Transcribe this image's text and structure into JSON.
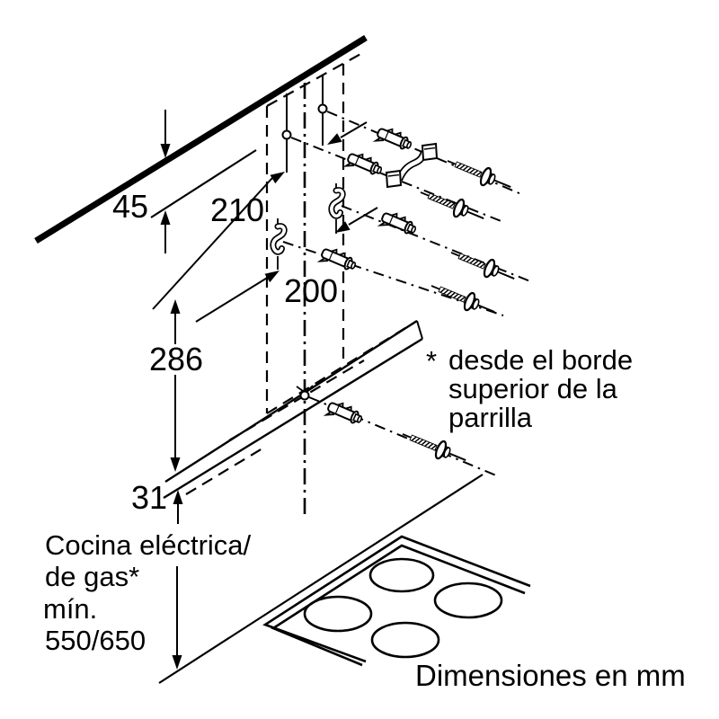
{
  "diagram": {
    "title_hidden": "",
    "dimensions": {
      "wall_gap": "45",
      "upper_holes": "210",
      "lower_holes": "200",
      "hood_back_height": "286",
      "bottom_lip": "31"
    },
    "note": {
      "marker": "*",
      "line1": "desde el borde",
      "line2": "superior de la",
      "line3": "parrilla"
    },
    "cooker_note": {
      "line1": "Cocina eléctrica/",
      "line2": "de gas*",
      "line3": "mín.",
      "line4": "550/650"
    },
    "footer": "Dimensiones en mm",
    "icons": [
      "wall-line",
      "chimney-dashed-outline",
      "center-axis-line",
      "mounting-hole-icon",
      "wall-anchor-icon",
      "screw-washer-icon",
      "mounting-bracket-icon",
      "hanging-hook-icon",
      "hood-body-outline",
      "cooktop-icon",
      "burner-icon",
      "dimension-arrow"
    ],
    "colors": {
      "ink": "#000000",
      "background": "#ffffff"
    }
  }
}
